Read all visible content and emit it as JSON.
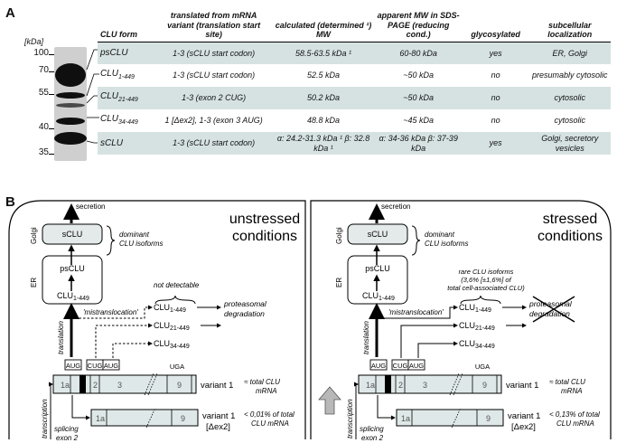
{
  "panel_a_label": "A",
  "panel_b_label": "B",
  "blot": {
    "unit": "[kDa]",
    "markers": [
      "100",
      "70",
      "55",
      "40",
      "35"
    ]
  },
  "table": {
    "headers": [
      "CLU form",
      "translated from mRNA variant (translation start site)",
      "calculated (determined ¹) MW",
      "apparent MW in SDS-PAGE (reducing cond.)",
      "glycosylated",
      "subcellular localization"
    ],
    "rows": [
      {
        "form": "psCLU",
        "sub": "",
        "variant": "1-3 (sCLU start codon)",
        "calc": "58.5-63.5 kDa ¹",
        "apparent": "60-80 kDa",
        "glyco": "yes",
        "loc": "ER, Golgi"
      },
      {
        "form": "CLU",
        "sub": "1-449",
        "variant": "1-3 (sCLU start codon)",
        "calc": "52.5 kDa",
        "apparent": "~50 kDa",
        "glyco": "no",
        "loc": "presumably cytosolic"
      },
      {
        "form": "CLU",
        "sub": "21-449",
        "variant": "1-3 (exon 2 CUG)",
        "calc": "50.2 kDa",
        "apparent": "~50 kDa",
        "glyco": "no",
        "loc": "cytosolic"
      },
      {
        "form": "CLU",
        "sub": "34-449",
        "variant": "1 [Δex2], 1-3 (exon 3 AUG)",
        "calc": "48.8 kDa",
        "apparent": "~45 kDa",
        "glyco": "no",
        "loc": "cytosolic"
      },
      {
        "form": "sCLU",
        "sub": "",
        "variant": "1-3 (sCLU start codon)",
        "calc": "α: 24.2-31.3 kDa ¹ β: 32.8 kDa ¹",
        "apparent": "α: 34-36 kDa β: 37-39 kDa",
        "glyco": "yes",
        "loc": "Golgi, secretory vesicles"
      }
    ]
  },
  "diagram": {
    "unstressed_title_1": "unstressed",
    "unstressed_title_2": "conditions",
    "stressed_title_1": "stressed",
    "stressed_title_2": "conditions",
    "secretion": "secretion",
    "golgi": "Golgi",
    "er": "ER",
    "sclu": "sCLU",
    "psclu": "psCLU",
    "clu": "CLU",
    "sub_1_449": "1-449",
    "sub_21_449": "21-449",
    "sub_34_449": "34-449",
    "dominant_1": "dominant",
    "dominant_2": "CLU isoforms",
    "not_detectable": "not detectable",
    "rare_1": "rare CLU isoforms",
    "rare_2": "(3,6% [±1,6%] of",
    "rare_3": "total cell-associated CLU)",
    "mistranslocation": "'mistranslocation'",
    "proteasomal_1": "proteasomal",
    "proteasomal_2": "degradation",
    "translation": "translation",
    "transcription": "transcription",
    "splicing_1": "splicing",
    "splicing_2": "exon 2",
    "aug": "AUG",
    "cug": "CUG",
    "uga": "UGA",
    "exon_1a": "1a",
    "exon_2": "2",
    "exon_3": "3",
    "exon_9": "9",
    "variant1": "variant 1",
    "variant1_dex2_a": "variant 1",
    "variant1_dex2_b": "[Δex2]",
    "approx_total": "≈ total CLU",
    "mrna": "mRNA",
    "unstressed_dex2_1": "< 0,01% of total",
    "unstressed_dex2_2": "CLU mRNA",
    "stressed_dex2_1": "< 0,13% of total",
    "stressed_dex2_2": "CLU mRNA"
  }
}
